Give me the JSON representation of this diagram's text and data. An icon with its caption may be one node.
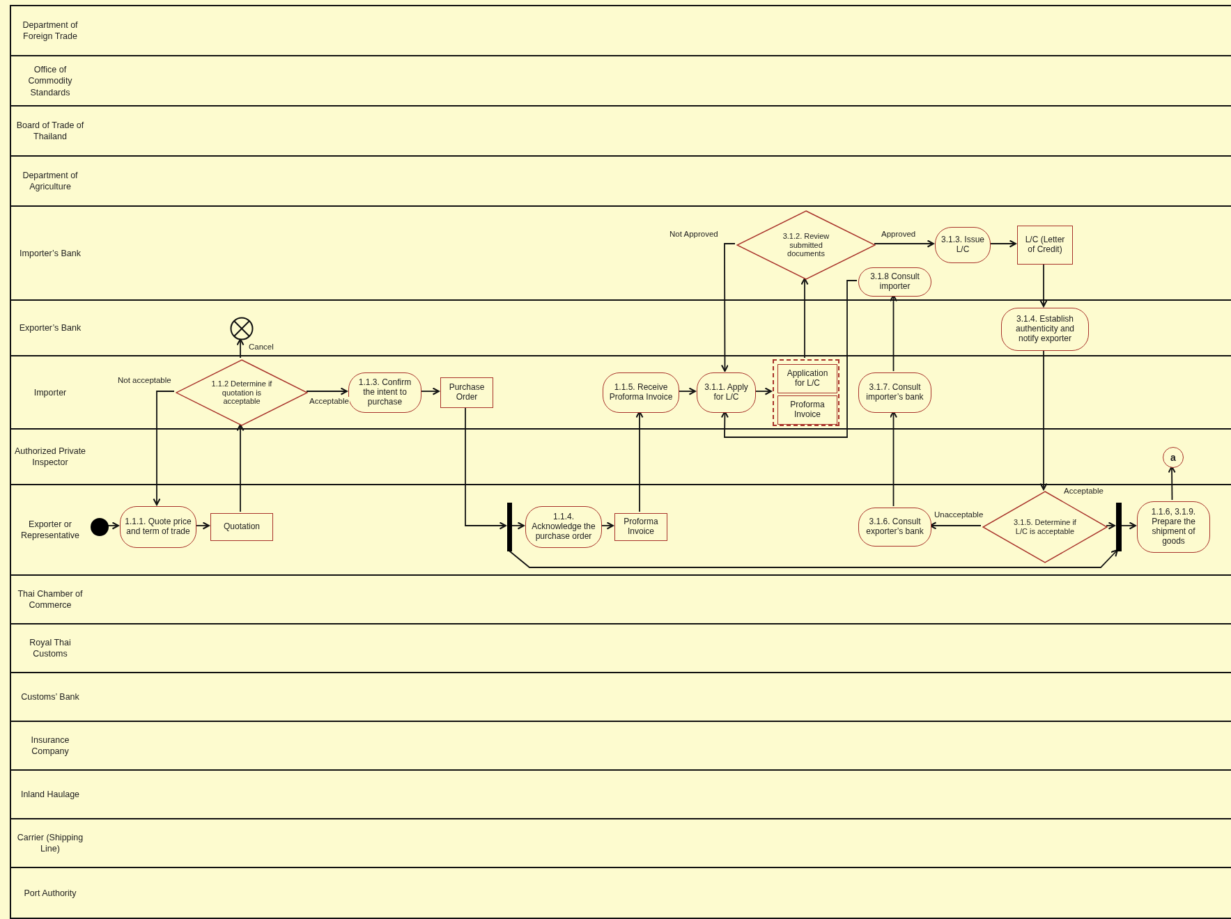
{
  "diagram": {
    "nodes": [
      {
        "text": [
          "Department of Foreign Trade"
        ]
      },
      {
        "text": [
          "Office of Commodity Standards"
        ]
      },
      {
        "text": [
          "Board of Trade of Thailand"
        ]
      },
      {
        "text": [
          "Department of Agriculture"
        ]
      },
      {
        "text": [
          "Importer’s Bank"
        ]
      },
      {
        "text": [
          "Exporter’s Bank"
        ]
      },
      {
        "text": [
          "Importer"
        ]
      },
      {
        "text": [
          "Authorized Private Inspector"
        ]
      },
      {
        "text": [
          "Exporter or Representative"
        ]
      },
      {
        "text": [
          "Thai Chamber of Commerce"
        ]
      },
      {
        "text": [
          "Royal Thai Customs"
        ]
      },
      {
        "text": [
          "Customs’ Bank"
        ]
      },
      {
        "text": [
          "Insurance Company"
        ]
      },
      {
        "text": [
          "Inland Haulage"
        ]
      },
      {
        "text": [
          "Carrier (Shipping Line)"
        ]
      },
      {
        "text": [
          "Port Authority"
        ]
      },
      {
        "text": [],
        "shape": "circle",
        "in": 8
      },
      {
        "text": [
          "1.1.1. Quote price and term of trade"
        ],
        "in": 8
      },
      {
        "text": [
          "Quotation"
        ],
        "in": 8
      },
      {
        "text": [
          "1.1.2 Determine if quotation is acceptable"
        ],
        "in": 6
      },
      {
        "text": [],
        "shape": "circle",
        "in": 5
      },
      {
        "text": [
          "1.1.3. Confirm the intent to purchase"
        ],
        "in": 6
      },
      {
        "text": [
          "Purchase Order"
        ],
        "in": 6
      },
      {
        "text": [],
        "shape": "bar",
        "in": 8
      },
      {
        "text": [
          "1.1.4. Acknowledge the purchase order"
        ],
        "in": 8
      },
      {
        "text": [
          "Proforma Invoice"
        ],
        "in": 8
      },
      {
        "text": [
          "1.1.5. Receive Proforma Invoice"
        ],
        "in": 6
      },
      {
        "text": [
          "3.1.1. Apply for L/C"
        ],
        "in": 6
      },
      {
        "text": [],
        "shape": "box",
        "in": 6
      },
      {
        "text": [
          "Application for L/C"
        ],
        "in": 28
      },
      {
        "text": [
          "Proforma Invoice"
        ],
        "in": 28
      },
      {
        "text": [
          "3.1.2. Review submitted documents"
        ],
        "in": 4
      },
      {
        "text": [
          "3.1.3. Issue L/C"
        ],
        "in": 4
      },
      {
        "text": [
          "L/C (Letter of Credit)"
        ],
        "in": 4
      },
      {
        "text": [
          "3.1.4. Establish authenticity and notify exporter"
        ],
        "in": 5
      },
      {
        "text": [
          "3.1.5. Determine if L/C is acceptable"
        ],
        "in": 8
      },
      {
        "text": [
          "3.1.6. Consult exporter’s bank"
        ],
        "in": 8
      },
      {
        "text": [
          "3.1.7. Consult importer’s bank"
        ],
        "in": 6
      },
      {
        "text": [
          "3.1.8 Consult importer"
        ],
        "in": 4
      },
      {
        "text": [],
        "shape": "bar",
        "in": 8
      },
      {
        "text": [
          "1.1.6, 3.1.9. Prepare the shipment of goods"
        ],
        "in": 8
      },
      {
        "text": [
          "a"
        ],
        "in": 7
      }
    ],
    "edges": [
      {
        "from": 16,
        "to": 17,
        "arrow": "to"
      },
      {
        "from": 17,
        "to": 18,
        "arrow": "to"
      },
      {
        "from": 18,
        "to": 19,
        "arrow": "to"
      },
      {
        "from": 19,
        "to": 20,
        "arrow": "to",
        "label": "Cancel"
      },
      {
        "from": 19,
        "to": 17,
        "arrow": "to",
        "label": "Not acceptable"
      },
      {
        "from": 19,
        "to": 21,
        "arrow": "to",
        "label": "Acceptable"
      },
      {
        "from": 21,
        "to": 22,
        "arrow": "to"
      },
      {
        "from": 22,
        "to": 23,
        "arrow": "to"
      },
      {
        "from": 23,
        "to": 24,
        "arrow": "to"
      },
      {
        "from": 23,
        "to": 39,
        "arrow": "to"
      },
      {
        "from": 24,
        "to": 25,
        "arrow": "to"
      },
      {
        "from": 25,
        "to": 26,
        "arrow": "to"
      },
      {
        "from": 26,
        "to": 27,
        "arrow": "to"
      },
      {
        "from": 27,
        "to": 28,
        "arrow": "to"
      },
      {
        "from": 28,
        "to": 31,
        "arrow": "to"
      },
      {
        "from": 31,
        "to": 27,
        "arrow": "to",
        "label": "Not Approved"
      },
      {
        "from": 31,
        "to": 32,
        "arrow": "to",
        "label": "Approved"
      },
      {
        "from": 32,
        "to": 33,
        "arrow": "to"
      },
      {
        "from": 33,
        "to": 34,
        "arrow": "to"
      },
      {
        "from": 34,
        "to": 35,
        "arrow": "to"
      },
      {
        "from": 35,
        "to": 36,
        "arrow": "to",
        "label": "Unacceptable"
      },
      {
        "from": 35,
        "to": 39,
        "arrow": "to",
        "label": "Acceptable"
      },
      {
        "from": 36,
        "to": 37,
        "arrow": "to"
      },
      {
        "from": 37,
        "to": 38,
        "arrow": "to"
      },
      {
        "from": 38,
        "to": 27,
        "arrow": "to"
      },
      {
        "from": 39,
        "to": 40,
        "arrow": "to"
      },
      {
        "from": 40,
        "to": 41,
        "arrow": "to"
      }
    ]
  }
}
